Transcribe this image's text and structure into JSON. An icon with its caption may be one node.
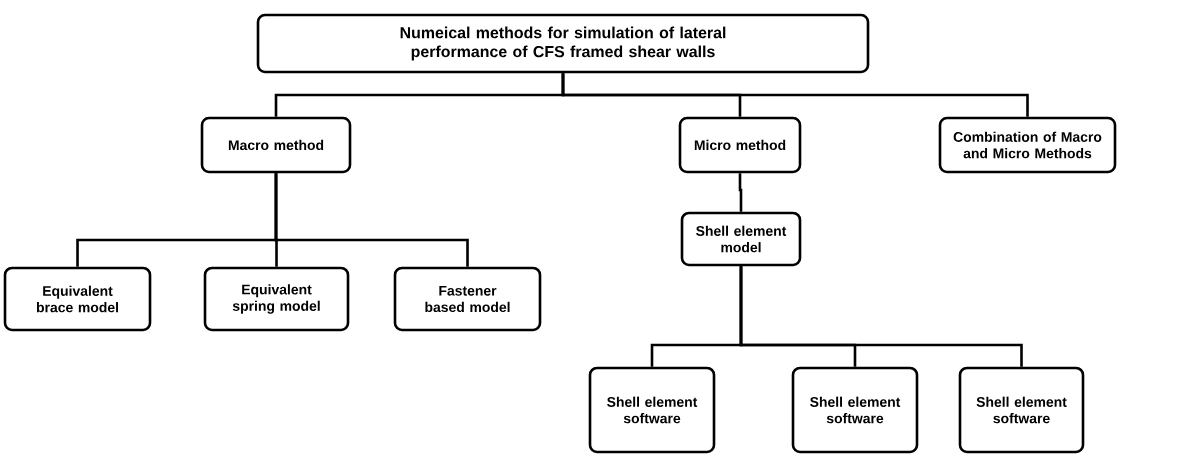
{
  "diagram": {
    "nodes": [
      {
        "text": [
          "Numeical methods for simulation of lateral performance of CFS framed shear walls"
        ]
      },
      {
        "text": [
          "Macro method"
        ]
      },
      {
        "text": [
          "Micro method"
        ]
      },
      {
        "text": [
          "Combination of Macro and Micro Methods"
        ]
      },
      {
        "text": [
          "Equivalent brace model"
        ]
      },
      {
        "text": [
          "Equivalent spring model"
        ]
      },
      {
        "text": [
          "Fastener based model"
        ]
      },
      {
        "text": [
          "Shell element model"
        ]
      },
      {
        "text": [
          "Shell element software"
        ]
      },
      {
        "text": [
          "Shell element software"
        ]
      },
      {
        "text": [
          "Shell element software"
        ]
      }
    ],
    "edges": [
      {
        "from": 0,
        "to": 1,
        "arrow": "none"
      },
      {
        "from": 0,
        "to": 2,
        "arrow": "none"
      },
      {
        "from": 0,
        "to": 3,
        "arrow": "none"
      },
      {
        "from": 1,
        "to": 4,
        "arrow": "none"
      },
      {
        "from": 1,
        "to": 5,
        "arrow": "none"
      },
      {
        "from": 1,
        "to": 6,
        "arrow": "none"
      },
      {
        "from": 2,
        "to": 7,
        "arrow": "none"
      },
      {
        "from": 7,
        "to": 8,
        "arrow": "none"
      },
      {
        "from": 7,
        "to": 9,
        "arrow": "none"
      },
      {
        "from": 7,
        "to": 10,
        "arrow": "none"
      }
    ]
  }
}
